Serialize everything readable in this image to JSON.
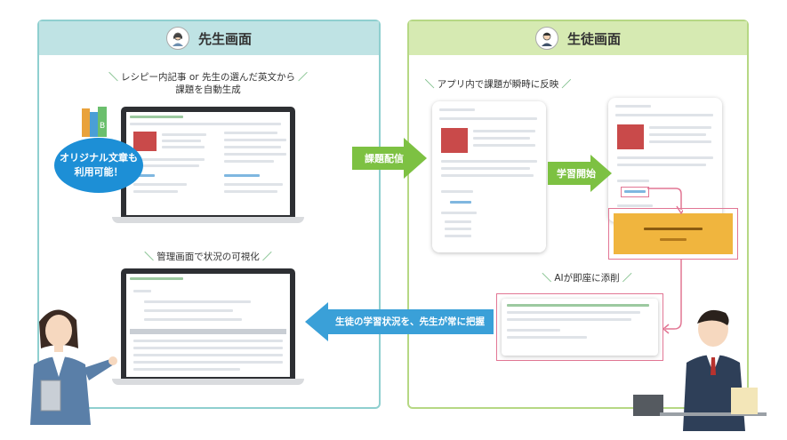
{
  "teacher": {
    "title": "先生画面",
    "caption1_line1": "レシピー内記事 or 先生の選んだ英文から",
    "caption1_line2": "課題を自動生成",
    "bubble_line1": "オリジナル文章も",
    "bubble_line2": "利用可能！",
    "caption2": "管理画面で状況の可視化"
  },
  "student": {
    "title": "生徒画面",
    "caption1": "アプリ内で課題が瞬時に反映",
    "caption2": "AIが即座に添削"
  },
  "arrows": {
    "assign": "課題配信",
    "start": "学習開始",
    "monitor": "生徒の学習状況を、先生が常に把握"
  },
  "colors": {
    "teacher_border": "#8fcfcf",
    "teacher_header": "#bfe3e4",
    "student_border": "#b6d884",
    "student_header": "#d6eab2",
    "green_arrow": "#7dc142",
    "blue_arrow": "#3aa0d8",
    "bubble": "#1d8fd6",
    "highlight": "#e27694",
    "orange": "#f0b53e"
  },
  "icons": [
    "teacher-avatar-icon",
    "student-avatar-icon",
    "books-icon"
  ]
}
